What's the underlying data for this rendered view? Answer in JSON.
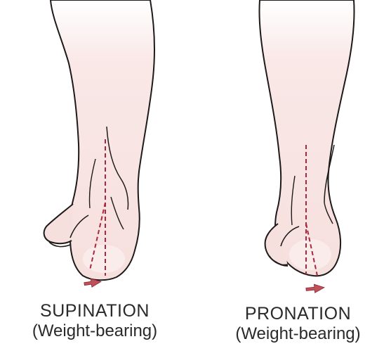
{
  "figures": [
    {
      "id": "supination",
      "title": "SUPINATION",
      "subtitle": "(Weight-bearing)"
    },
    {
      "id": "pronation",
      "title": "PRONATION",
      "subtitle": "(Weight-bearing)"
    }
  ],
  "colors": {
    "skin": "#f7e4e2",
    "skin_highlight": "#fdf5f4",
    "outline": "#1e1a1a",
    "axis_line": "#a8283e",
    "arrow": "#c0505a"
  }
}
